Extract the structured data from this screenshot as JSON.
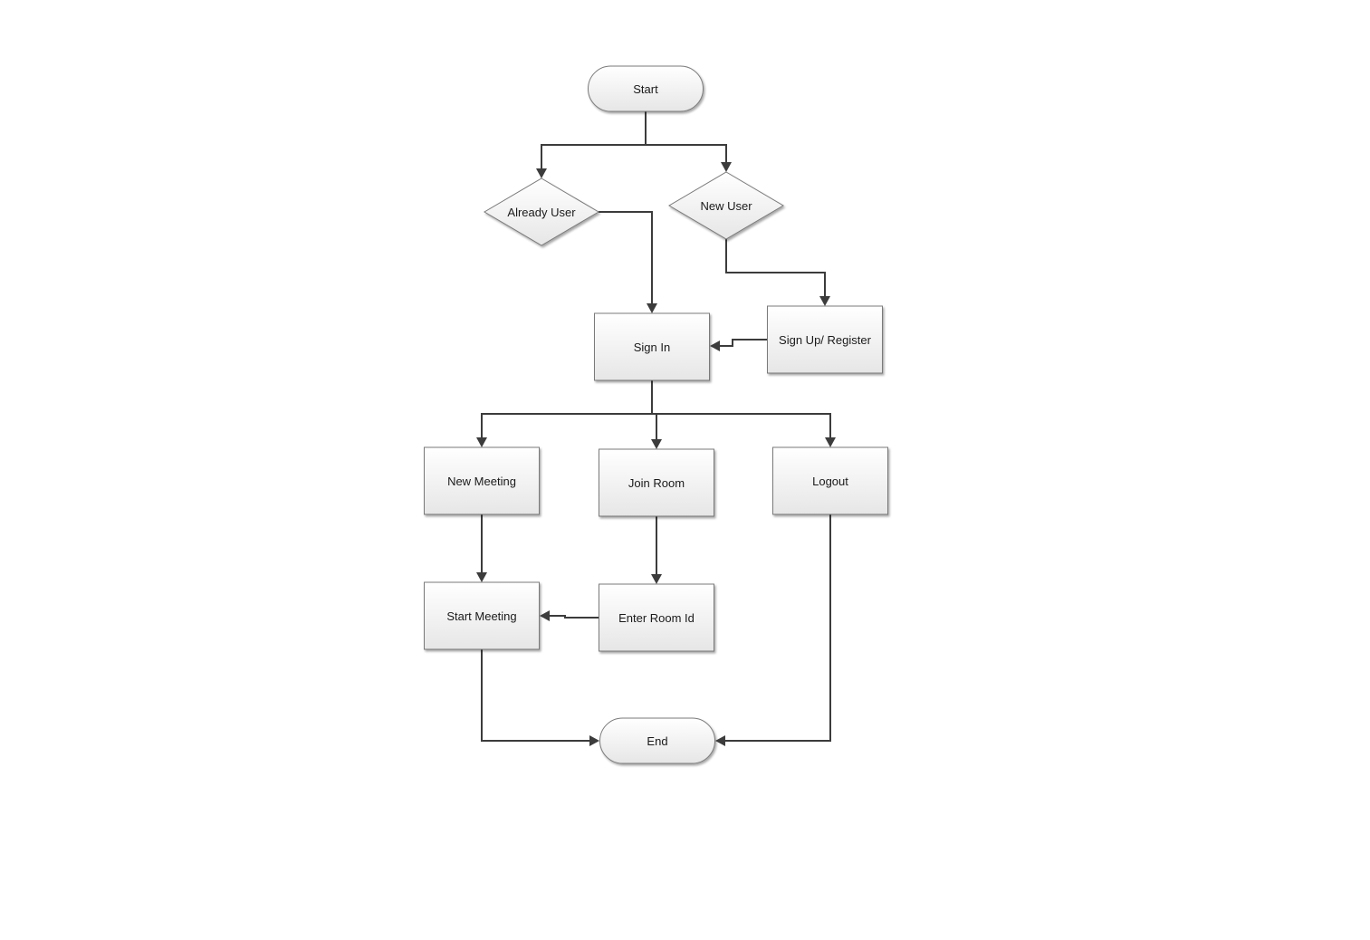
{
  "diagram": {
    "type": "flowchart",
    "nodes": [
      {
        "id": "start",
        "shape": "terminator",
        "label": "Start"
      },
      {
        "id": "already_user",
        "shape": "decision",
        "label": "Already User"
      },
      {
        "id": "new_user",
        "shape": "decision",
        "label": "New User"
      },
      {
        "id": "sign_in",
        "shape": "process",
        "label": "Sign In"
      },
      {
        "id": "sign_up",
        "shape": "process",
        "label": "Sign Up/ Register"
      },
      {
        "id": "new_meeting",
        "shape": "process",
        "label": "New Meeting"
      },
      {
        "id": "join_room",
        "shape": "process",
        "label": "Join Room"
      },
      {
        "id": "logout",
        "shape": "process",
        "label": "Logout"
      },
      {
        "id": "start_meeting",
        "shape": "process",
        "label": "Start Meeting"
      },
      {
        "id": "enter_room_id",
        "shape": "process",
        "label": "Enter Room Id"
      },
      {
        "id": "end",
        "shape": "terminator",
        "label": "End"
      }
    ],
    "edges": [
      {
        "from": "start",
        "to": "already_user"
      },
      {
        "from": "start",
        "to": "new_user"
      },
      {
        "from": "already_user",
        "to": "sign_in"
      },
      {
        "from": "new_user",
        "to": "sign_up"
      },
      {
        "from": "sign_up",
        "to": "sign_in"
      },
      {
        "from": "sign_in",
        "to": "new_meeting"
      },
      {
        "from": "sign_in",
        "to": "join_room"
      },
      {
        "from": "sign_in",
        "to": "logout"
      },
      {
        "from": "new_meeting",
        "to": "start_meeting"
      },
      {
        "from": "join_room",
        "to": "enter_room_id"
      },
      {
        "from": "enter_room_id",
        "to": "start_meeting"
      },
      {
        "from": "start_meeting",
        "to": "end"
      },
      {
        "from": "logout",
        "to": "end"
      }
    ],
    "colors": {
      "shape_fill_top": "#ffffff",
      "shape_fill_bottom": "#e6e6e6",
      "shape_stroke": "#7a7a7a",
      "connector": "#3c3c3c",
      "text": "#1a1a1a"
    }
  }
}
